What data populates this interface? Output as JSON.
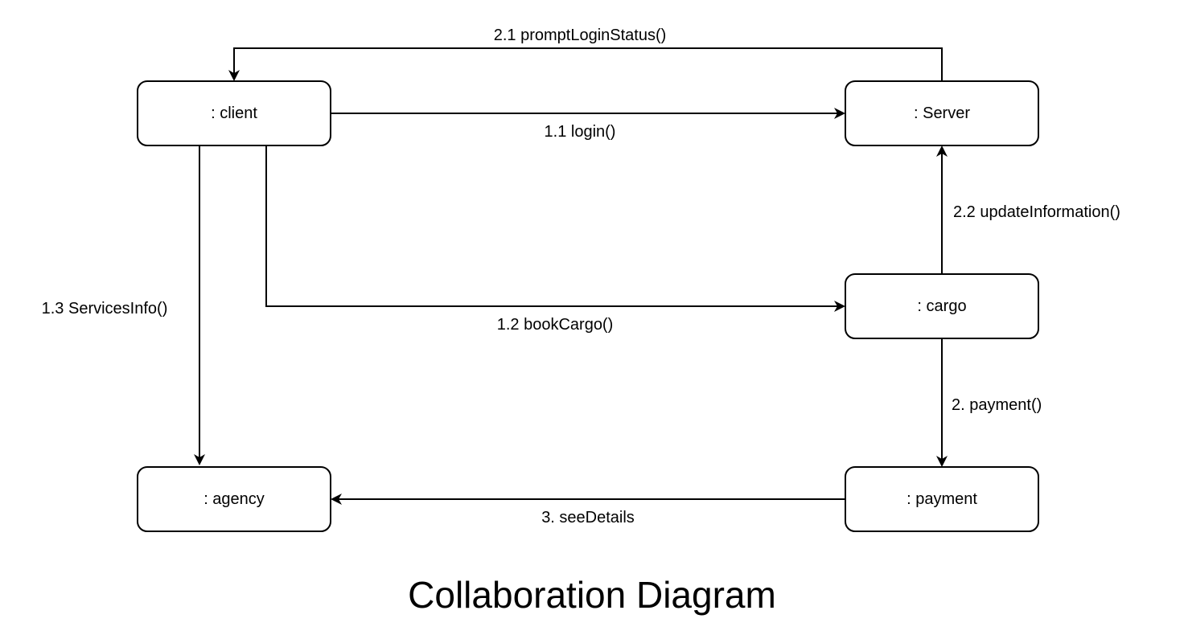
{
  "diagram": {
    "title": "Collaboration Diagram",
    "nodes": {
      "client": ": client",
      "server": ": Server",
      "cargo": ": cargo",
      "agency": ": agency",
      "payment": ": payment"
    },
    "messages": {
      "login": "1.1 login()",
      "book_cargo": "1.2 bookCargo()",
      "services_info": "1.3 ServicesInfo()",
      "payment": "2. payment()",
      "prompt_login_status": "2.1 promptLoginStatus()",
      "update_information": "2.2 updateInformation()",
      "see_details": "3. seeDetails"
    },
    "colors": {
      "stroke": "#000000",
      "background": "#ffffff"
    }
  }
}
